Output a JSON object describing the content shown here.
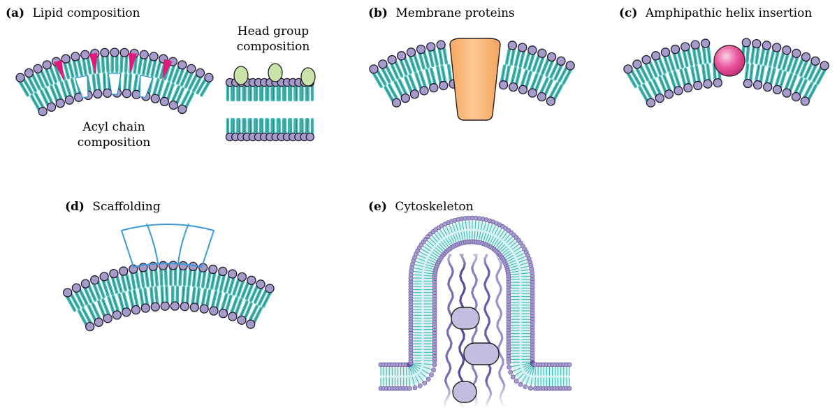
{
  "figure": {
    "panels": [
      {
        "letter": "(a)",
        "title": "Lipid composition",
        "annotations": [
          "Head group",
          "composition",
          "Acyl chain",
          "composition"
        ]
      },
      {
        "letter": "(b)",
        "title": "Membrane proteins"
      },
      {
        "letter": "(c)",
        "title": "Amphipathic helix insertion"
      },
      {
        "letter": "(d)",
        "title": "Scaffolding"
      },
      {
        "letter": "(e)",
        "title": "Cytoskeleton"
      }
    ],
    "colors": {
      "head": "#a79bcc",
      "head_stroke": "#1f1a2e",
      "tail": "#3fb9b3",
      "tail_light": "#a9e3df",
      "wedge": "#e0197b",
      "acyl_outline": "#2c8fc9",
      "green_head": "#c9e3a8",
      "protein": "#f8b87e",
      "helix": "#e95a9c",
      "scaffold": "#3b9ad6",
      "filament": "#5b4b9c",
      "actin_bead": "#c4bde0"
    }
  }
}
